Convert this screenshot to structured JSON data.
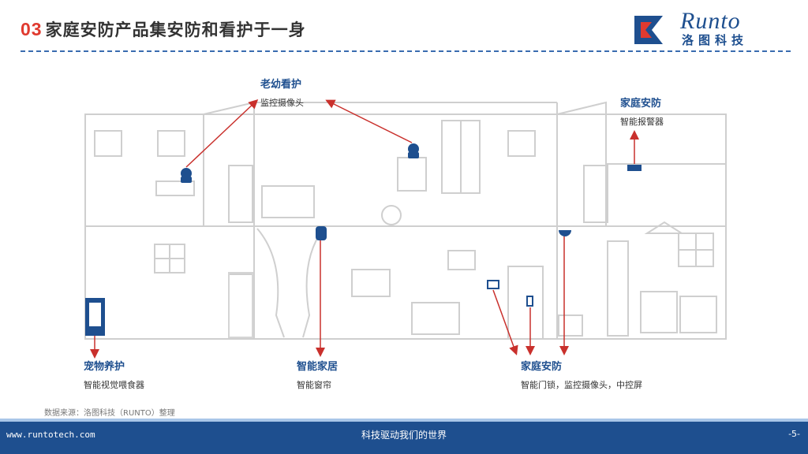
{
  "header": {
    "number": "03",
    "title": "家庭安防产品集安防和看护于一身"
  },
  "logo": {
    "word": "Runto",
    "cn": "洛图科技"
  },
  "labels": {
    "elderly": {
      "title": "老幼看护",
      "sub": "监控摄像头"
    },
    "alarm": {
      "title": "家庭安防",
      "sub": "智能报警器"
    },
    "pet": {
      "title": "宠物养护",
      "sub": "智能视觉喂食器"
    },
    "smart_home": {
      "title": "智能家居",
      "sub": "智能窗帘"
    },
    "home_security": {
      "title": "家庭安防",
      "sub": "智能门锁，监控摄像头，中控屏"
    }
  },
  "source": "数据来源：洛图科技（RUNTO）整理",
  "footer": {
    "url": "www.runtotech.com",
    "slogan": "科技驱动我们的世界",
    "page": "-5-"
  },
  "colors": {
    "brand_blue": "#1e4f8f",
    "accent_red": "#e03a2f",
    "arrow_red": "#c9302c",
    "line_grey": "#c8c8c8"
  }
}
